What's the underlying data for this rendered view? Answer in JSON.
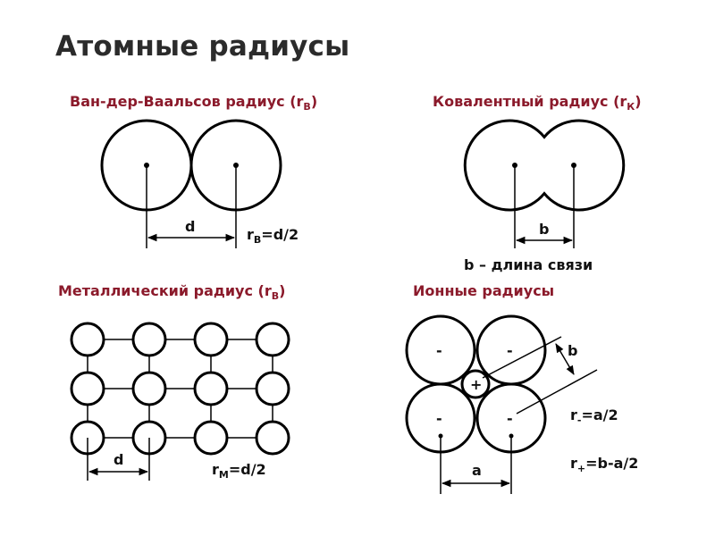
{
  "title": "Атомные радиусы",
  "sections": {
    "vdw": {
      "title": "Ван-дер-Ваальсов радиус (r",
      "sub": "В",
      "close": ")",
      "d": "d",
      "formula_r": "r",
      "formula_sub": "В",
      "formula_rest": "=d/2"
    },
    "cov": {
      "title": "Ковалентный радиус (r",
      "sub": "К",
      "close": ")",
      "b": "b",
      "note": "b – длина связи"
    },
    "met": {
      "title": "Металлический радиус (r",
      "sub": "В",
      "close": ")",
      "d": "d",
      "formula_r": "r",
      "formula_sub": "М",
      "formula_rest": "=d/2"
    },
    "ion": {
      "title": "Ионные радиусы",
      "minus": "-",
      "plus": "+",
      "a": "a",
      "b": "b",
      "f1_r": "r",
      "f1_sub": "-",
      "f1_rest": "=a/2",
      "f2_r": "r",
      "f2_sub": "+",
      "f2_rest": "=b-a/2"
    }
  }
}
